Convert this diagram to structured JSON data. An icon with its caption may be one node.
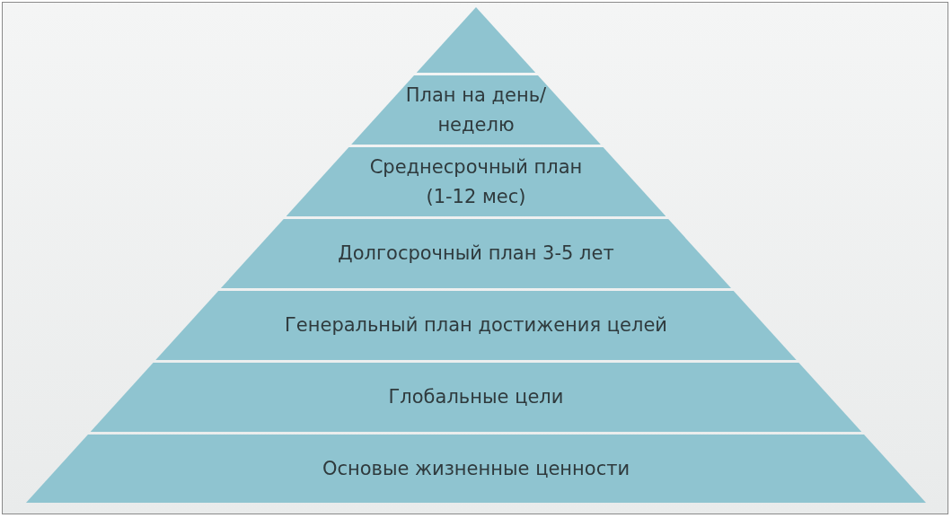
{
  "diagram": {
    "nodes": [
      {
        "text": [],
        "shape": "triangle"
      },
      {
        "text": [
          "План на день/неделю"
        ]
      },
      {
        "text": [
          "Среднесрочный план (1-12 мес)"
        ]
      },
      {
        "text": [
          "Долгосрочный план 3-5 лет"
        ]
      },
      {
        "text": [
          "Генеральный план достижения целей"
        ]
      },
      {
        "text": [
          "Глобальные цели"
        ]
      },
      {
        "text": [
          "Основые жизненные ценности"
        ]
      }
    ]
  }
}
